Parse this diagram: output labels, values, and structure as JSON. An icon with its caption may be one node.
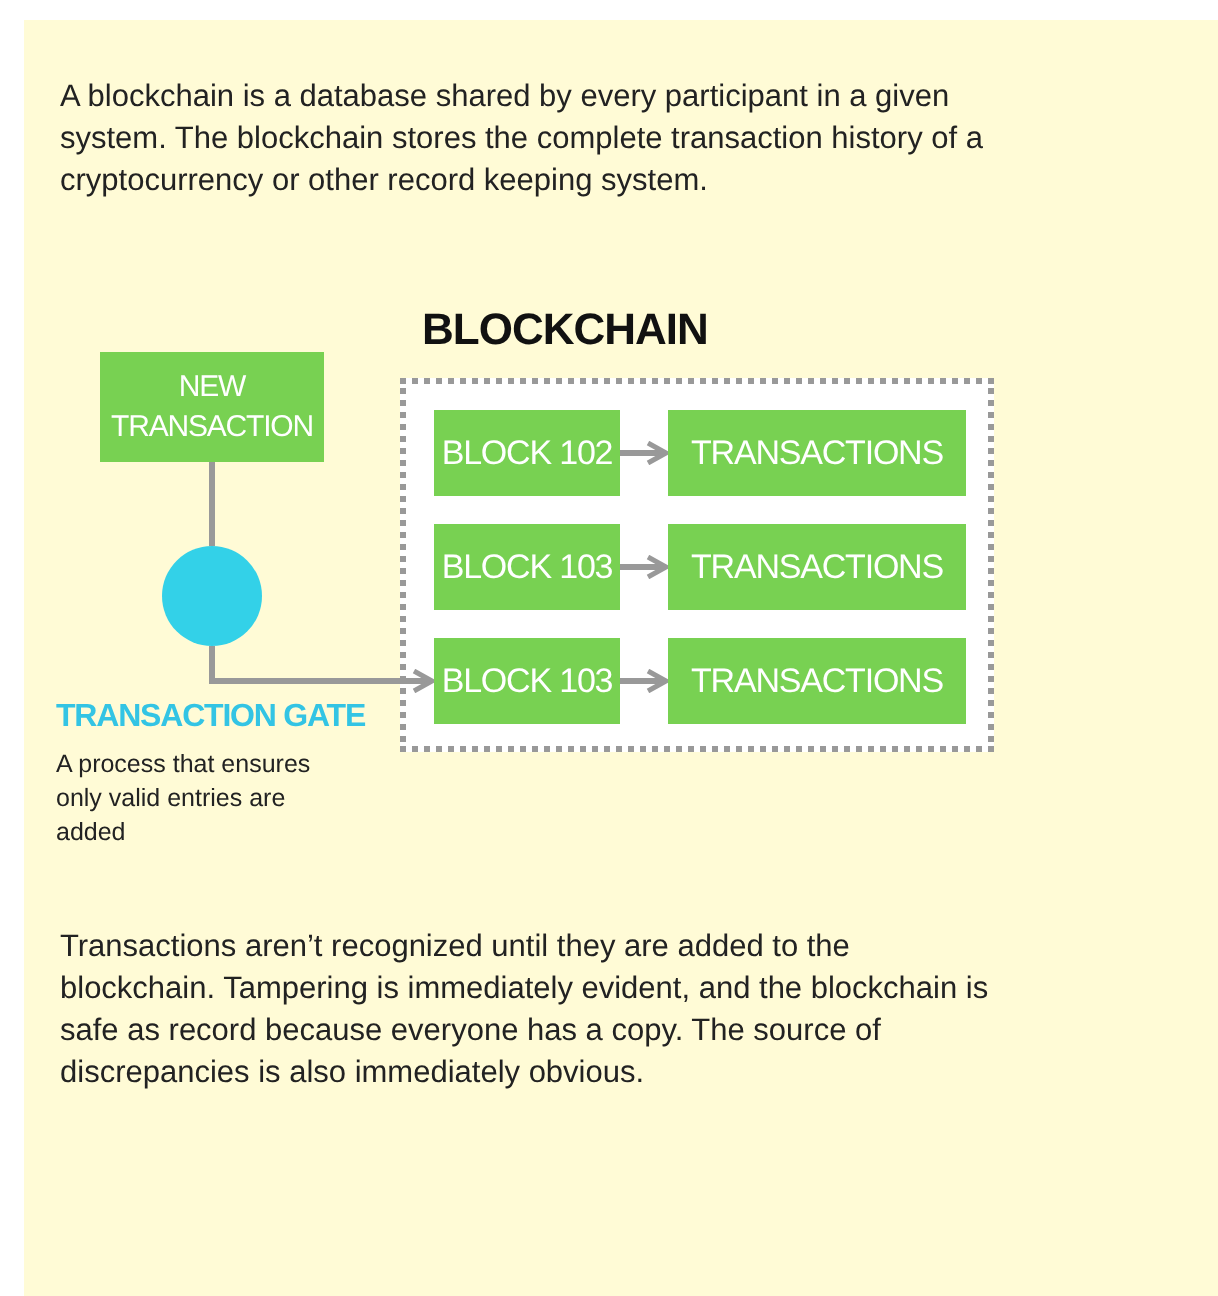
{
  "diagram": {
    "nodes": [
      {
        "text": [
          "NEW TRANSACTION"
        ]
      },
      {
        "text": [],
        "shape": "circle",
        "beside": [
          "TRANSACTION GATE",
          "A process that ensures only valid entries are added"
        ]
      },
      {
        "text": [
          "BLOCKCHAIN"
        ]
      },
      {
        "text": [
          "BLOCK 102"
        ],
        "in": 2
      },
      {
        "text": [
          "TRANSACTIONS"
        ],
        "in": 2
      },
      {
        "text": [
          "BLOCK 103"
        ],
        "in": 2
      },
      {
        "text": [
          "TRANSACTIONS"
        ],
        "in": 2
      },
      {
        "text": [
          "BLOCK 103"
        ],
        "in": 2
      },
      {
        "text": [
          "TRANSACTIONS"
        ],
        "in": 2
      }
    ],
    "edges": [
      {
        "from": 0,
        "to": 1,
        "arrow": "none"
      },
      {
        "from": 1,
        "to": 7,
        "arrow": "to"
      },
      {
        "from": 3,
        "to": 4,
        "arrow": "to"
      },
      {
        "from": 5,
        "to": 6,
        "arrow": "to"
      },
      {
        "from": 7,
        "to": 8,
        "arrow": "to"
      }
    ],
    "labels": [
      "A blockchain is a database shared by every participant in a given system. The blockchain stores the complete transaction history of a cryptocurrency or other record keeping system.",
      "Transactions aren’t recognized until they are added to the blockchain. Tampering is immediately evident, and the blockchain is safe as record because everyone has a copy. The source of discrepancies is also immediately obvious."
    ]
  }
}
